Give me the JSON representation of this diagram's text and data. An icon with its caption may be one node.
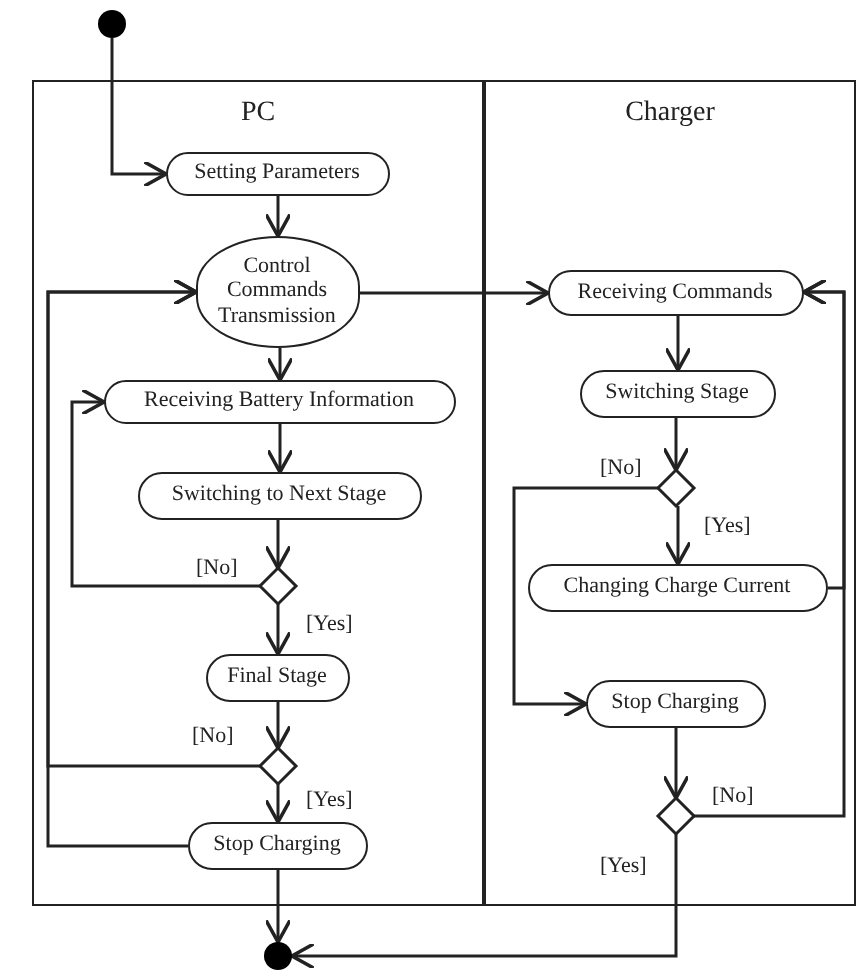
{
  "diagram": {
    "nodes": [
      {
        "text": [],
        "shape": "circle"
      },
      {
        "text": [
          "PC"
        ]
      },
      {
        "text": [
          "Charger"
        ]
      },
      {
        "text": [
          "Setting Parameters"
        ],
        "in": 1
      },
      {
        "text": [
          "Control Commands Transmission"
        ],
        "in": 1
      },
      {
        "text": [
          "Receiving Battery Information"
        ],
        "in": 1
      },
      {
        "text": [
          "Switching to Next Stage"
        ],
        "in": 1
      },
      {
        "text": [],
        "shape": "diamond",
        "in": 1
      },
      {
        "text": [
          "Final Stage"
        ],
        "in": 1
      },
      {
        "text": [],
        "shape": "diamond",
        "in": 1
      },
      {
        "text": [
          "Stop Charging"
        ],
        "in": 1
      },
      {
        "text": [],
        "shape": "circle"
      },
      {
        "text": [
          "Receiving Commands"
        ],
        "in": 2
      },
      {
        "text": [
          "Switching Stage"
        ],
        "in": 2
      },
      {
        "text": [],
        "shape": "diamond",
        "in": 2
      },
      {
        "text": [
          "Changing Charge Current"
        ],
        "in": 2
      },
      {
        "text": [
          "Stop Charging"
        ],
        "in": 2
      },
      {
        "text": [],
        "shape": "diamond",
        "in": 2
      }
    ],
    "edges": [
      {
        "from": 0,
        "to": 3,
        "arrow": "to"
      },
      {
        "from": 3,
        "to": 4,
        "arrow": "to"
      },
      {
        "from": 4,
        "to": 5,
        "arrow": "to"
      },
      {
        "from": 5,
        "to": 6,
        "arrow": "to"
      },
      {
        "from": 6,
        "to": 7,
        "arrow": "to"
      },
      {
        "from": 7,
        "to": 5,
        "arrow": "to",
        "label": "[No]"
      },
      {
        "from": 7,
        "to": 8,
        "arrow": "to",
        "label": "[Yes]"
      },
      {
        "from": 8,
        "to": 9,
        "arrow": "to"
      },
      {
        "from": 9,
        "to": 4,
        "arrow": "to",
        "label": "[No]"
      },
      {
        "from": 9,
        "to": 10,
        "arrow": "to",
        "label": "[Yes]"
      },
      {
        "from": 10,
        "to": 4,
        "arrow": "to"
      },
      {
        "from": 10,
        "to": 11,
        "arrow": "to"
      },
      {
        "from": 4,
        "to": 12,
        "arrow": "to"
      },
      {
        "from": 12,
        "to": 13,
        "arrow": "to"
      },
      {
        "from": 13,
        "to": 14,
        "arrow": "to"
      },
      {
        "from": 14,
        "to": 15,
        "arrow": "to",
        "label": "[Yes]"
      },
      {
        "from": 14,
        "to": 16,
        "arrow": "to",
        "label": "[No]"
      },
      {
        "from": 15,
        "to": 12,
        "arrow": "to"
      },
      {
        "from": 16,
        "to": 17,
        "arrow": "to"
      },
      {
        "from": 17,
        "to": 12,
        "arrow": "to",
        "label": "[No]"
      },
      {
        "from": 17,
        "to": 11,
        "arrow": "to",
        "label": "[Yes]"
      }
    ]
  }
}
